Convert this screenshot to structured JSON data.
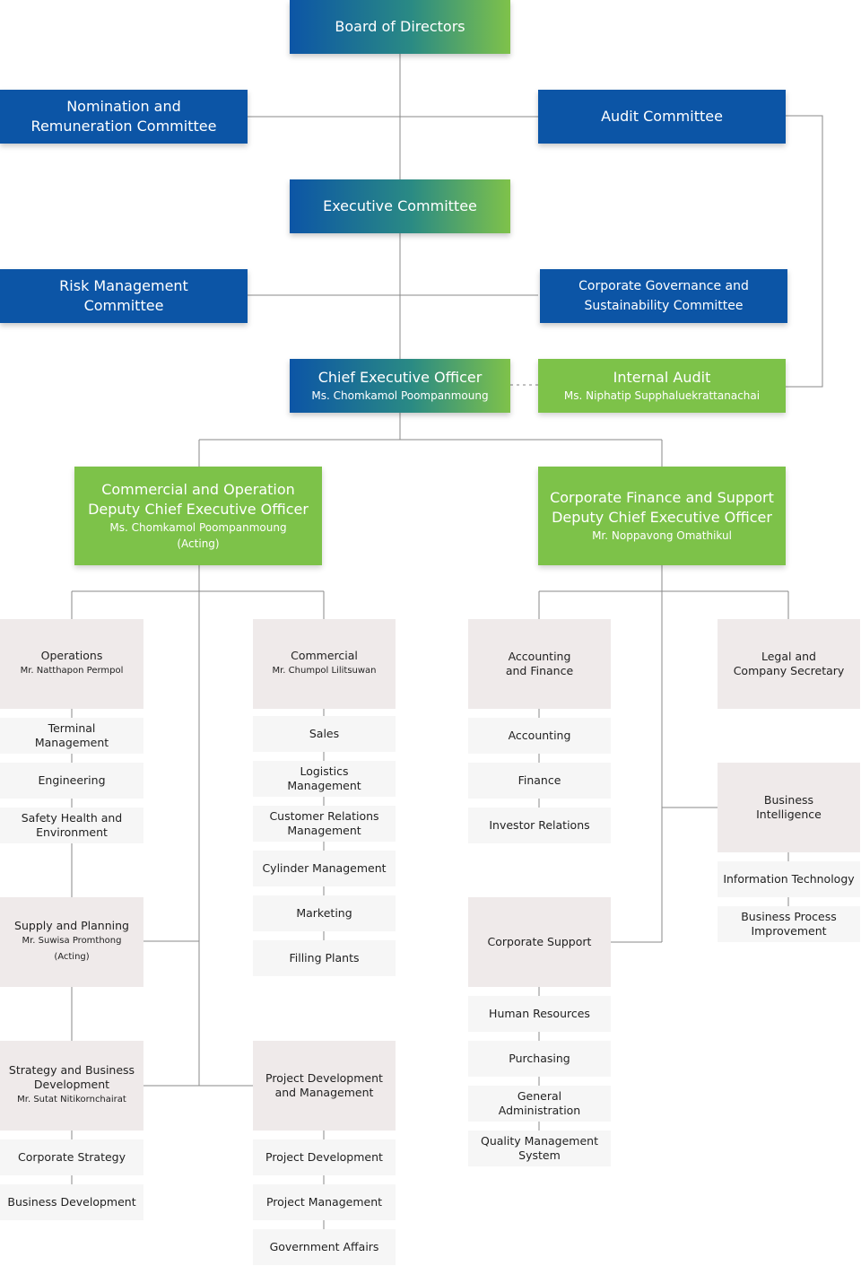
{
  "board": {
    "title": "Board of Directors"
  },
  "nomination": {
    "title": "Nomination and\nRemuneration Committee"
  },
  "audit_committee": {
    "title": "Audit Committee"
  },
  "executive": {
    "title": "Executive Committee"
  },
  "risk": {
    "title": "Risk Management\nCommittee"
  },
  "governance": {
    "title": "Corporate Governance and\nSustainability Committee"
  },
  "ceo": {
    "title": "Chief Executive Officer",
    "name": "Ms. Chomkamol Poompanmoung"
  },
  "internal_audit": {
    "title": "Internal Audit",
    "name": "Ms. Niphatip Supphaluekrattanachai"
  },
  "deputy_commercial": {
    "title": "Commercial and Operation\nDeputy Chief Executive Officer",
    "name": "Ms. Chomkamol Poompanmoung\n(Acting)"
  },
  "deputy_finance": {
    "title": "Corporate Finance and Support\nDeputy Chief Executive Officer",
    "name": "Mr. Noppavong Omathikul"
  },
  "operations": {
    "title": "Operations",
    "name": "Mr. Natthapon Permpol",
    "units": [
      "Terminal\nManagement",
      "Engineering",
      "Safety Health and\nEnvironment"
    ]
  },
  "commercial": {
    "title": "Commercial",
    "name": "Mr. Chumpol Lilitsuwan",
    "units": [
      "Sales",
      "Logistics\nManagement",
      "Customer Relations\nManagement",
      "Cylinder Management",
      "Marketing",
      "Filling Plants"
    ]
  },
  "accounting_finance": {
    "title": "Accounting\nand Finance",
    "units": [
      "Accounting",
      "Finance",
      "Investor Relations"
    ]
  },
  "legal": {
    "title": "Legal and\nCompany Secretary"
  },
  "business_intelligence": {
    "title": "Business\nIntelligence",
    "units": [
      "Information Technology",
      "Business Process\nImprovement"
    ]
  },
  "supply_planning": {
    "title": "Supply and Planning",
    "name": "Mr. Suwisa Promthong\n(Acting)"
  },
  "corporate_support": {
    "title": "Corporate Support",
    "units": [
      "Human Resources",
      "Purchasing",
      "General\nAdministration",
      "Quality Management\nSystem"
    ]
  },
  "strategy": {
    "title": "Strategy and Business\nDevelopment",
    "name": "Mr. Sutat Nitikornchairat",
    "units": [
      "Corporate Strategy",
      "Business Development"
    ]
  },
  "project": {
    "title": "Project Development\nand Management",
    "units": [
      "Project Development",
      "Project Management",
      "Government Affairs"
    ]
  },
  "colors": {
    "blue": "#0c55a6",
    "green": "#7dc249",
    "gray_box": "#efeaea",
    "light_box": "#f6f6f6",
    "line": "#8a8a8a"
  }
}
